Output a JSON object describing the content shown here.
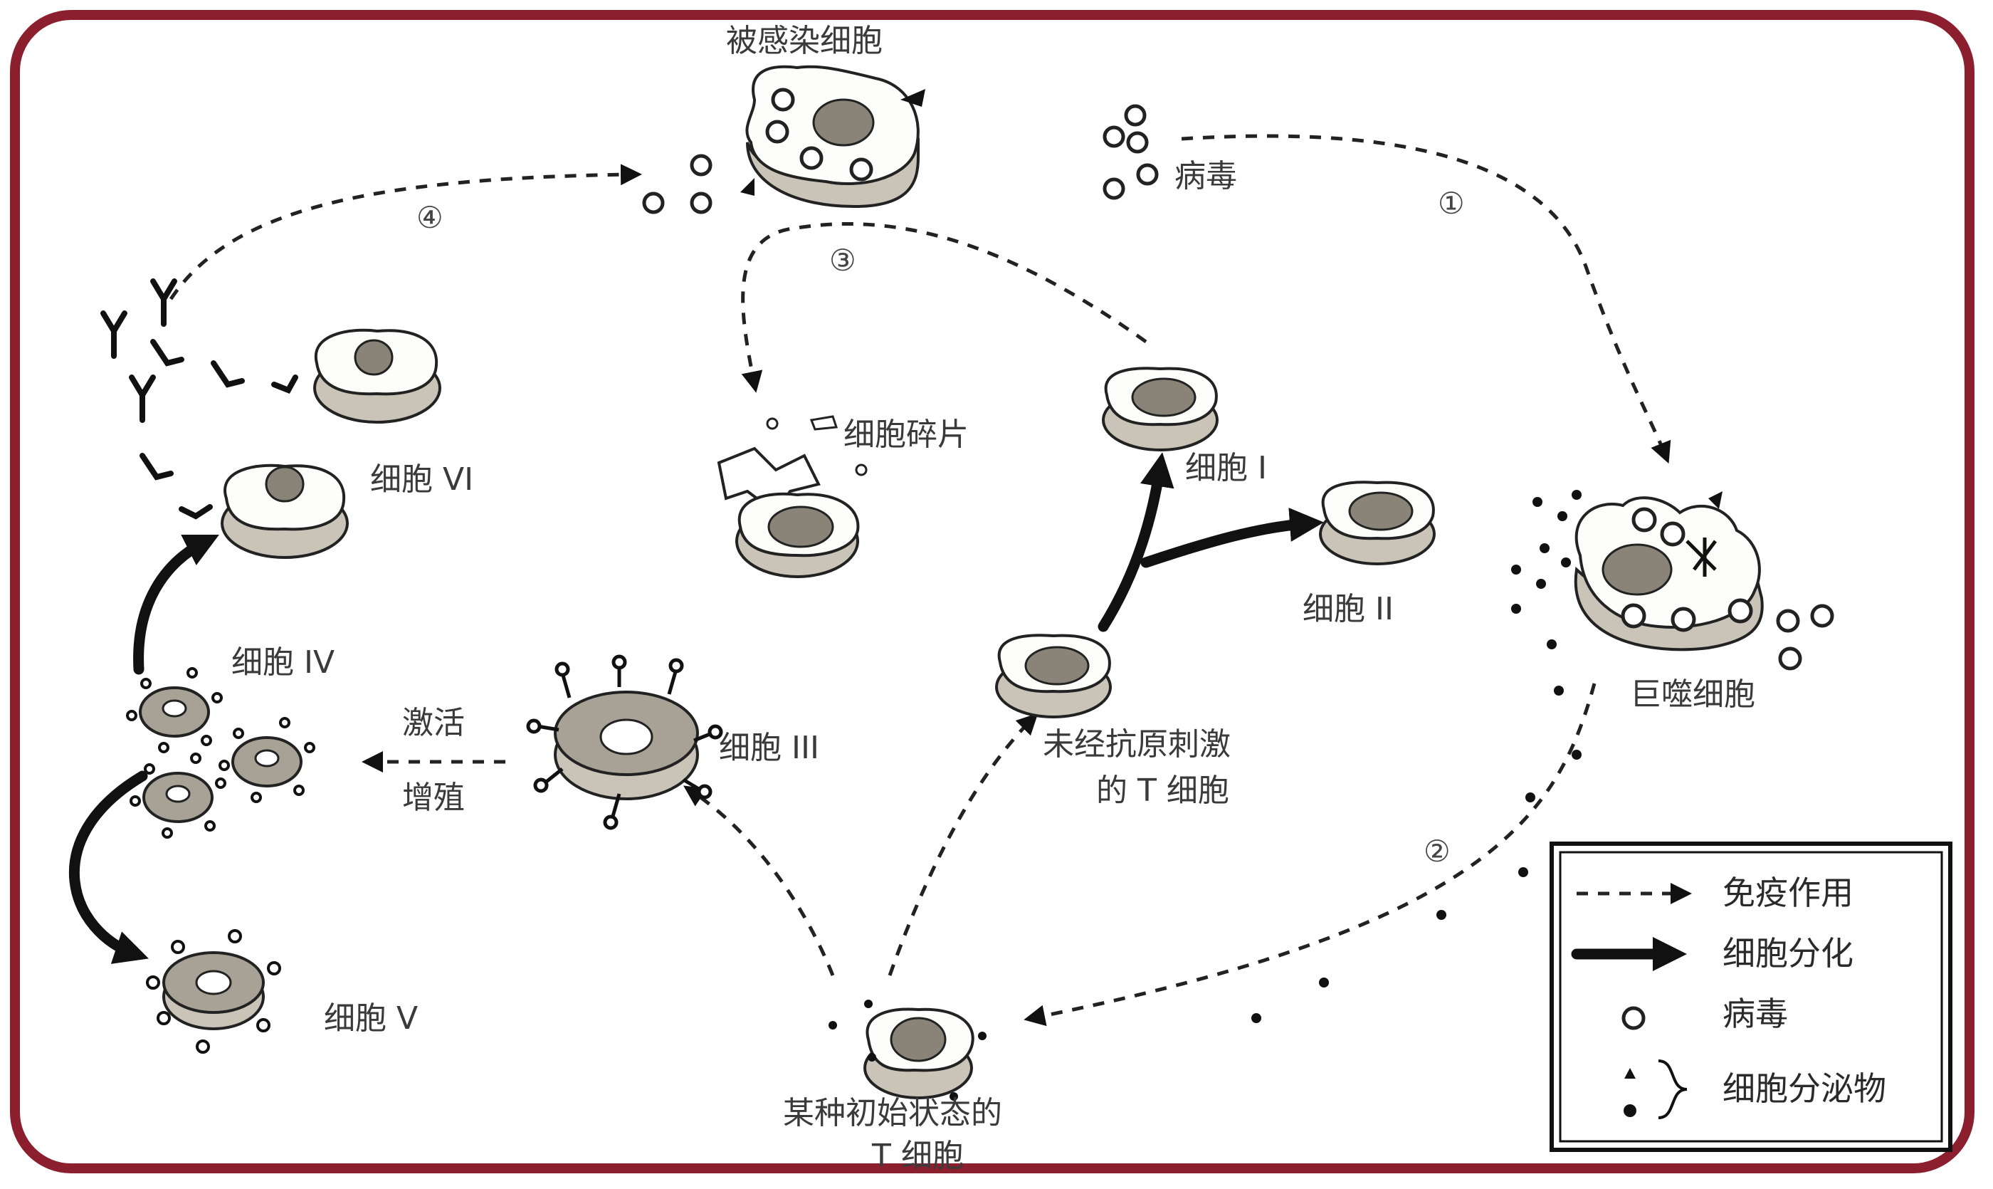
{
  "labels": {
    "infected_cell": "被感染细胞",
    "virus": "病毒",
    "cell_fragments": "细胞碎片",
    "cell_1": "细胞 I",
    "cell_2": "细胞 II",
    "cell_3": "细胞 III",
    "cell_4": "细胞 IV",
    "cell_5": "细胞 V",
    "cell_6": "细胞 VI",
    "macrophage": "巨噬细胞",
    "unstimulated_t_line1": "未经抗原刺激",
    "unstimulated_t_line2": "的 T 细胞",
    "naive_t_line1": "某种初始状态的",
    "naive_t_line2": "T 细胞",
    "activate": "激活",
    "proliferate": "增殖"
  },
  "steps": {
    "s1": "①",
    "s2": "②",
    "s3": "③",
    "s4": "④"
  },
  "legend": {
    "immune_action": "免疫作用",
    "cell_differentiation": "细胞分化",
    "virus": "病毒",
    "secretion": "细胞分泌物"
  },
  "colors": {
    "frame": "#8c1f2e",
    "nucleus": "#8a8478",
    "cell_side": "#c9c3b8"
  }
}
